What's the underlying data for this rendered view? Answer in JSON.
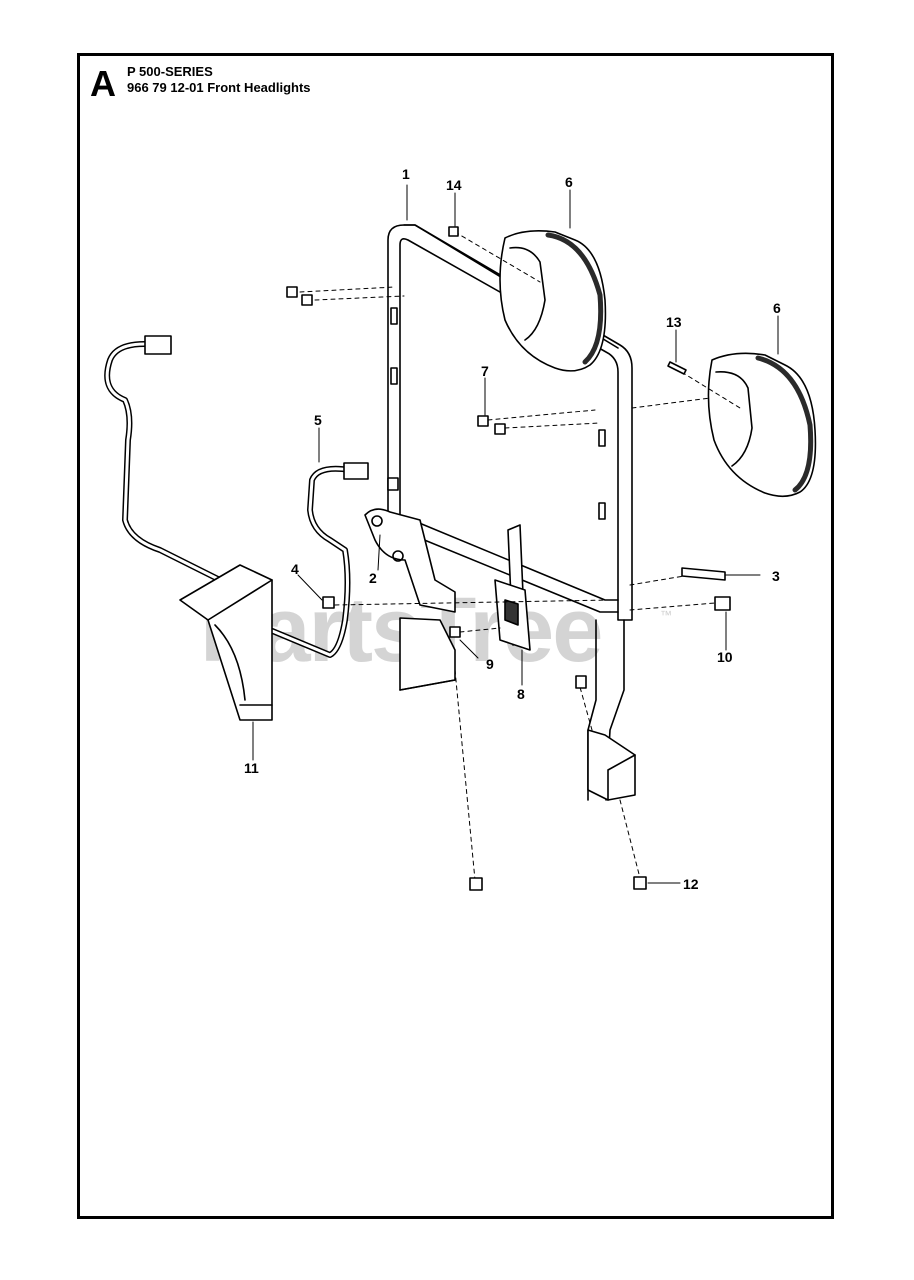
{
  "header": {
    "section_letter": "A",
    "series": "P 500-SERIES",
    "part_title": "966 79 12-01 Front Headlights"
  },
  "watermark": {
    "text": "PartsTree",
    "tm": "™"
  },
  "callouts": [
    "1",
    "2",
    "3",
    "4",
    "5",
    "6",
    "6",
    "7",
    "8",
    "9",
    "10",
    "11",
    "12",
    "13",
    "14"
  ],
  "colors": {
    "line": "#000000",
    "part_fill": "#ffffff",
    "shade": "#3a3a3a",
    "watermark": "#d4d4d4"
  }
}
